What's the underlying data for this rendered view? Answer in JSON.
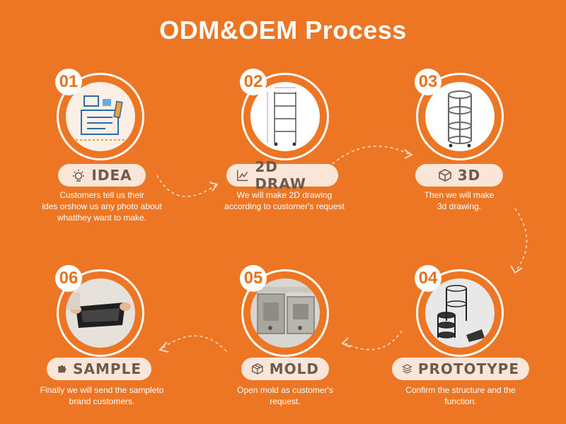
{
  "title": "ODM&OEM Process",
  "steps": [
    {
      "number": "01",
      "label": "IDEA",
      "icon": "lightbulb-icon",
      "desc": [
        "Customers tell us their",
        "ides orshow us any photo about",
        "whatthey want to make."
      ]
    },
    {
      "number": "02",
      "label": "2D DRAW",
      "icon": "line-chart-icon",
      "desc": [
        "We will make 2D drawing",
        "according to customer's request"
      ]
    },
    {
      "number": "03",
      "label": "3D",
      "icon": "cube-icon",
      "desc": [
        "Then we will make",
        "3d drawing."
      ]
    },
    {
      "number": "04",
      "label": "PROTOTYPE",
      "icon": "layers-icon",
      "desc": [
        "Confirm the structure and the",
        "function."
      ]
    },
    {
      "number": "05",
      "label": "MOLD",
      "icon": "box-icon",
      "desc": [
        "Open mold as customer's",
        "request."
      ]
    },
    {
      "number": "06",
      "label": "SAMPLE",
      "icon": "puzzle-icon",
      "desc": [
        "Finally we will send the sampleto",
        "brand customers."
      ]
    }
  ],
  "colors": {
    "background": "#ED7625",
    "pill": "#F9E6D8",
    "pill_text": "#6F5A50",
    "number": "#E8731F"
  }
}
